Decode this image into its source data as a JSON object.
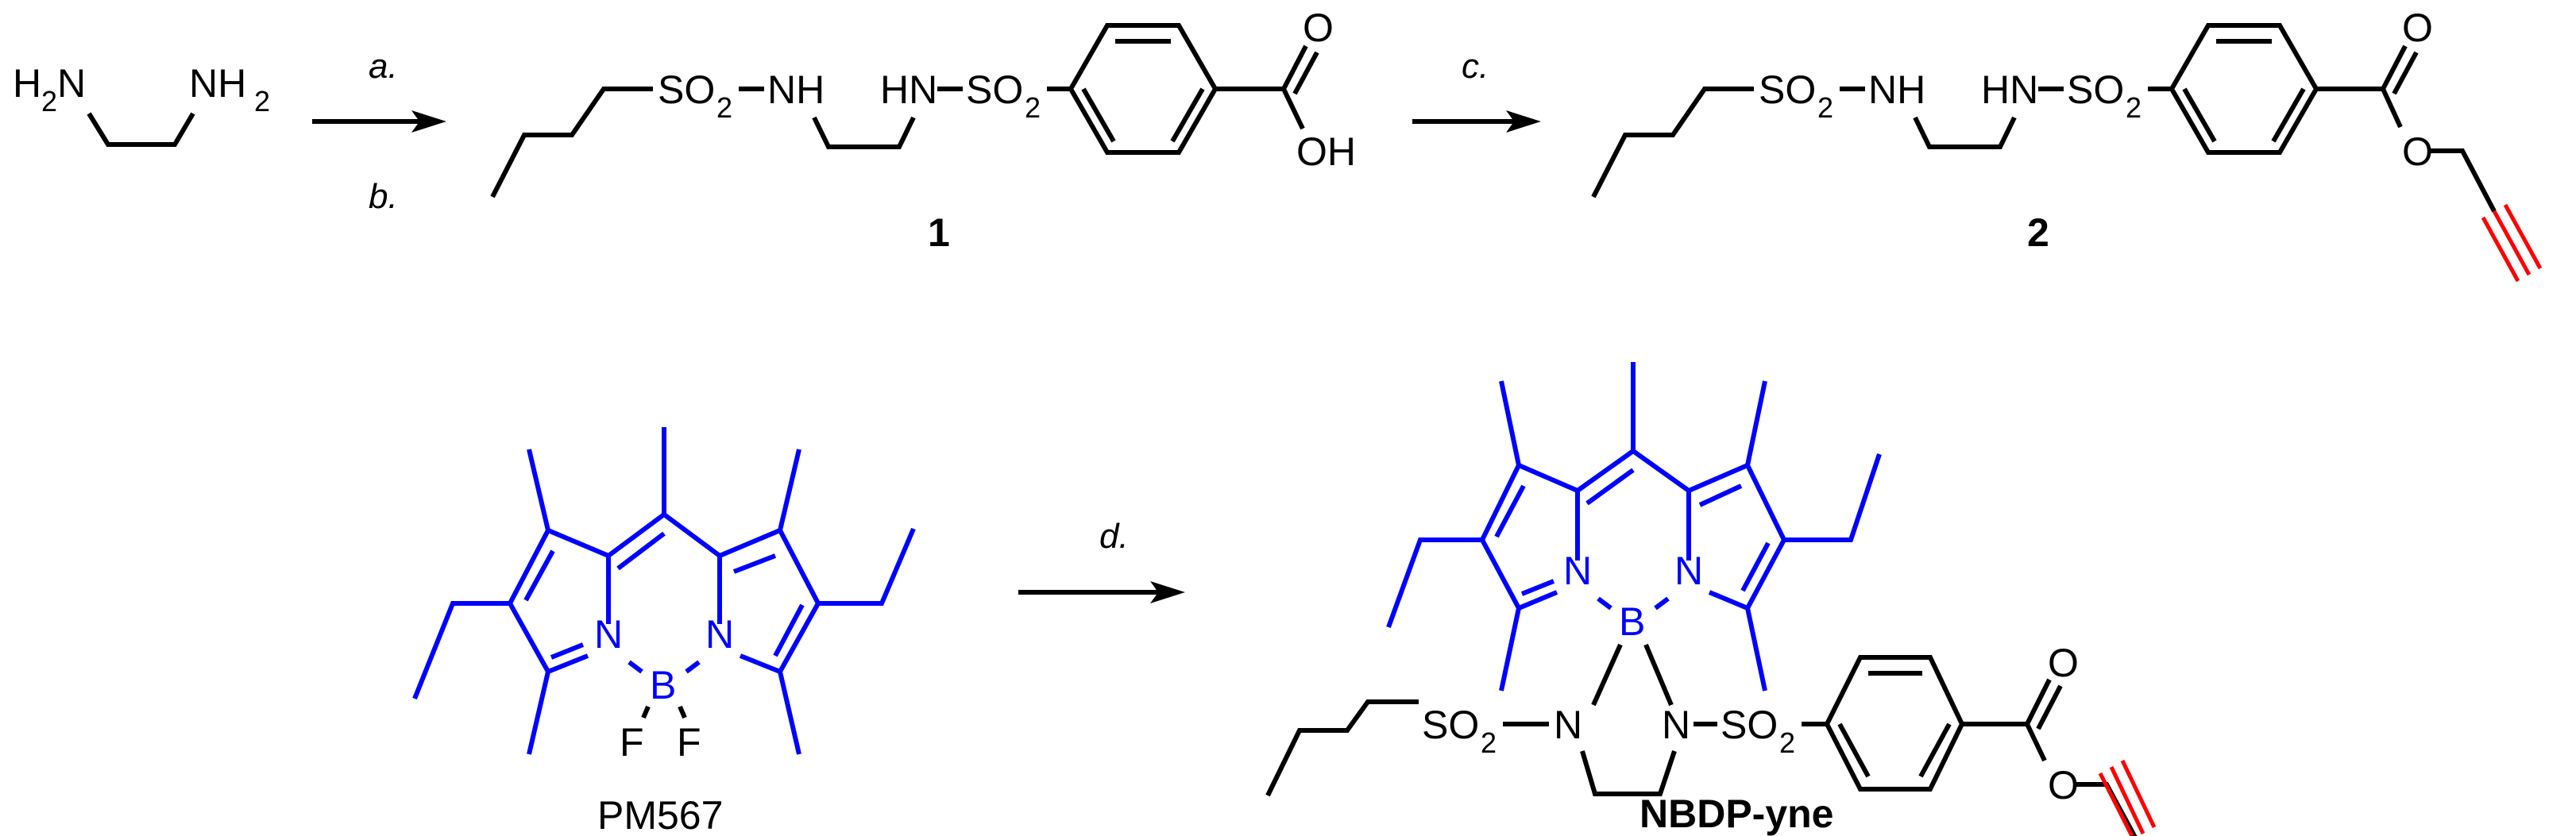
{
  "scheme": {
    "colors": {
      "bond": "#000000",
      "bodipy": "#0000ff",
      "alkyne": "#ff0000",
      "background": "#ffffff"
    },
    "starting_material": {
      "left_amine": "H",
      "left_amine_sub": "2",
      "left_amine_n": "N",
      "right_amine_n": "NH",
      "right_amine_sub": "2"
    },
    "arrows": [
      {
        "id": "step-ab",
        "above": "a.",
        "below": "b."
      },
      {
        "id": "step-c",
        "above": "c."
      },
      {
        "id": "step-d",
        "above": "d."
      }
    ],
    "compound1": {
      "label": "1",
      "so2_left": "SO",
      "so2_left_sub": "2",
      "nh_left": "NH",
      "nh_right": "HN",
      "so2_right": "SO",
      "so2_right_sub": "2",
      "carbonyl_o": "O",
      "hydroxyl": "OH"
    },
    "compound2": {
      "label": "2",
      "so2_left": "SO",
      "so2_left_sub": "2",
      "nh_left": "NH",
      "nh_right": "HN",
      "so2_right": "SO",
      "so2_right_sub": "2",
      "carbonyl_o": "O",
      "ester_o": "O"
    },
    "pm567": {
      "label": "PM567",
      "n_left": "N",
      "n_right": "N",
      "boron": "B",
      "f_left": "F",
      "f_right": "F"
    },
    "nbdp_yne": {
      "label": "NBDP-yne",
      "n_left": "N",
      "n_right": "N",
      "boron": "B",
      "so2_left": "SO",
      "so2_left_sub": "2",
      "n_sulf_left": "N",
      "n_sulf_right": "N",
      "so2_right": "SO",
      "so2_right_sub": "2",
      "carbonyl_o": "O",
      "ester_o": "O"
    }
  }
}
